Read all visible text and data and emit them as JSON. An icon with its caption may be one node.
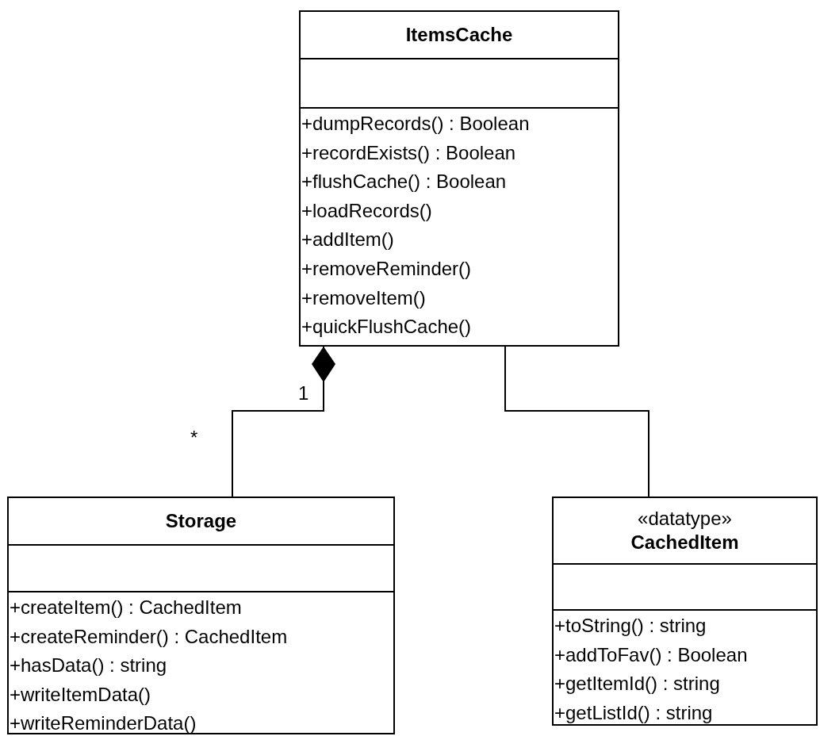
{
  "diagram": {
    "nodes": [
      {
        "text": [
          "ItemsCache",
          "+dumpRecords() : Boolean",
          "+recordExists() : Boolean",
          "+flushCache() : Boolean",
          "+loadRecords()",
          "+addItem()",
          "+removeReminder()",
          "+removeItem()",
          "+quickFlushCache()"
        ]
      },
      {
        "text": [
          "Storage",
          "+createItem() : CachedItem",
          "+createReminder() : CachedItem",
          "+hasData() : string",
          "+writeItemData()",
          "+writeReminderData()"
        ]
      },
      {
        "text": [
          "«datatype»",
          "CachedItem",
          "+toString() : string",
          "+addToFav() : Boolean",
          "+getItemId() : string",
          "+getListId() : string"
        ]
      }
    ],
    "edges": [
      {
        "from": 0,
        "to": 1,
        "arrow": "other"
      },
      {
        "from": 0,
        "to": 2,
        "arrow": "none"
      }
    ],
    "labels": [
      "1",
      "*"
    ]
  }
}
